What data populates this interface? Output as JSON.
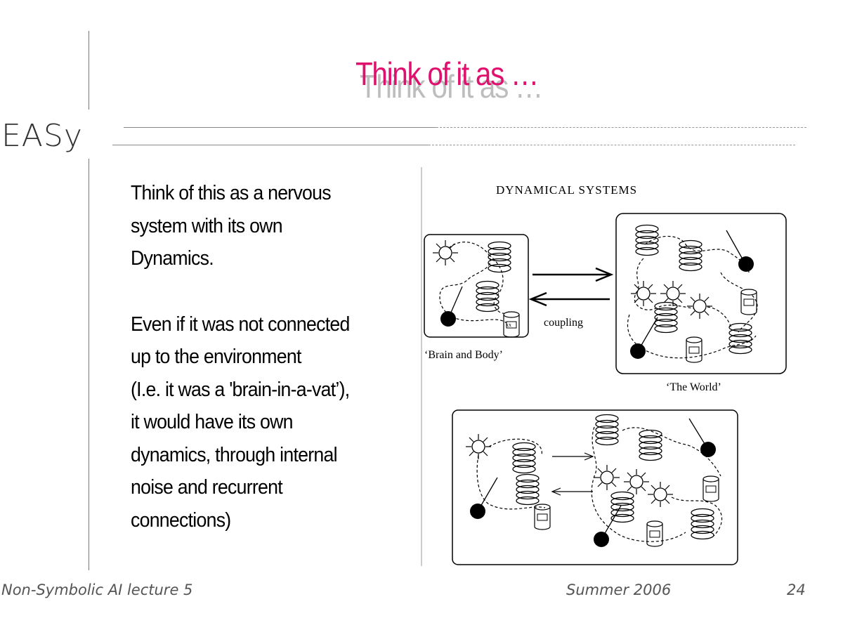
{
  "slide": {
    "brand": "EASy",
    "title": "Think of it as …",
    "paragraphs": [
      "Think of this as a nervous\nsystem with its own\nDynamics.",
      "Even if it was not connected\nup to the environment\n(I.e. it was a 'brain-in-a-vat’),\nit would have its own\ndynamics, through internal\nnoise and recurrent\nconnections)"
    ]
  },
  "figure": {
    "heading": "DYNAMICAL SYSTEMS",
    "coupling_label": "coupling",
    "brain_body_label": "‘Brain and Body’",
    "world_label": "‘The World’",
    "can_label": "xx"
  },
  "footer": {
    "course": "Non-Symbolic AI lecture 5",
    "term": "Summer 2006",
    "page_number": "24"
  }
}
